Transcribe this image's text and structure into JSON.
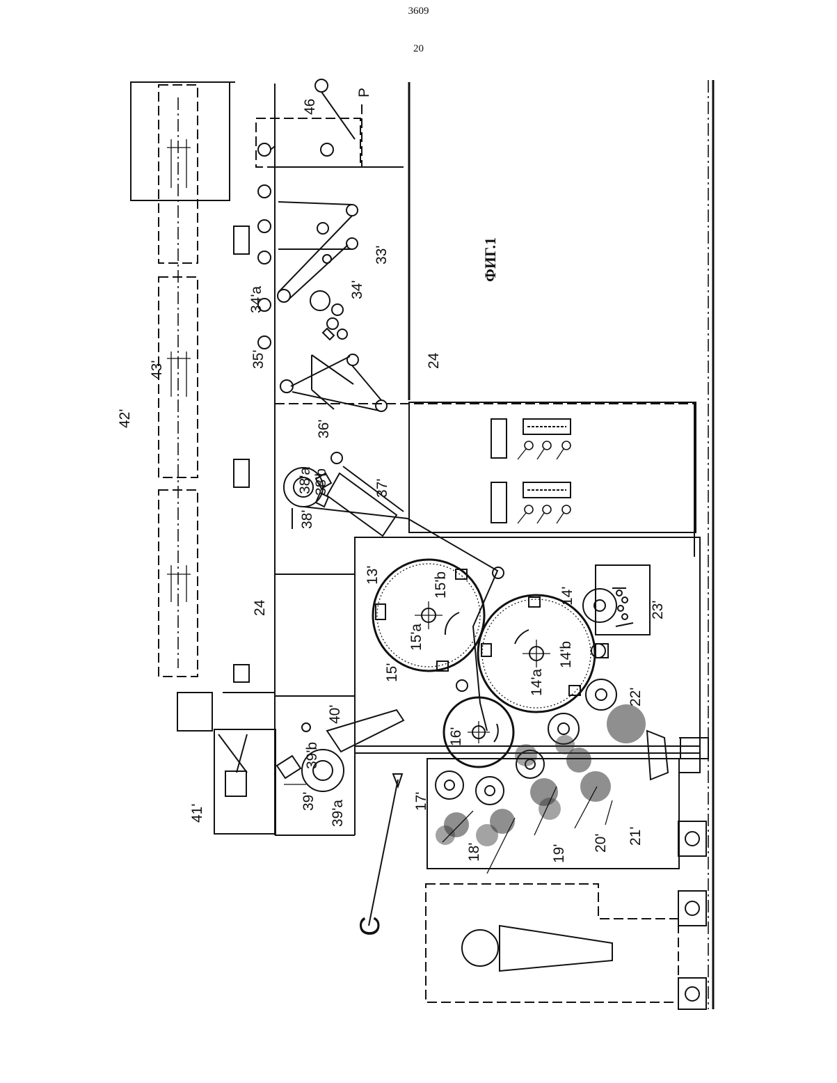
{
  "header": {
    "patent_number": "3609",
    "page_number": "20"
  },
  "figure": {
    "caption": "ФИГ.1",
    "labels": {
      "l42": "42'",
      "l43": "43'",
      "l46": "46",
      "lP": "P",
      "l33": "33'",
      "l34": "34'",
      "l34a": "34'a",
      "l35": "35'",
      "l36": "36'",
      "l37": "37'",
      "l38": "38'",
      "l38a": "38'a",
      "l38b": "38'b",
      "l24a": "24",
      "l24b": "24",
      "l13": "13'",
      "l14": "14'",
      "l14a": "14'a",
      "l14b": "14'b",
      "l15": "15'",
      "l15a": "15'a",
      "l15b": "15'b",
      "l16": "16'",
      "l17": "17'",
      "l18": "18'",
      "l19": "19'",
      "l20": "20'",
      "l21": "21'",
      "l22": "22'",
      "l23": "23'",
      "l39": "39'",
      "l39a": "39'a",
      "l39b": "39'b",
      "l40": "40'",
      "l41": "41'",
      "lC": "C"
    }
  }
}
